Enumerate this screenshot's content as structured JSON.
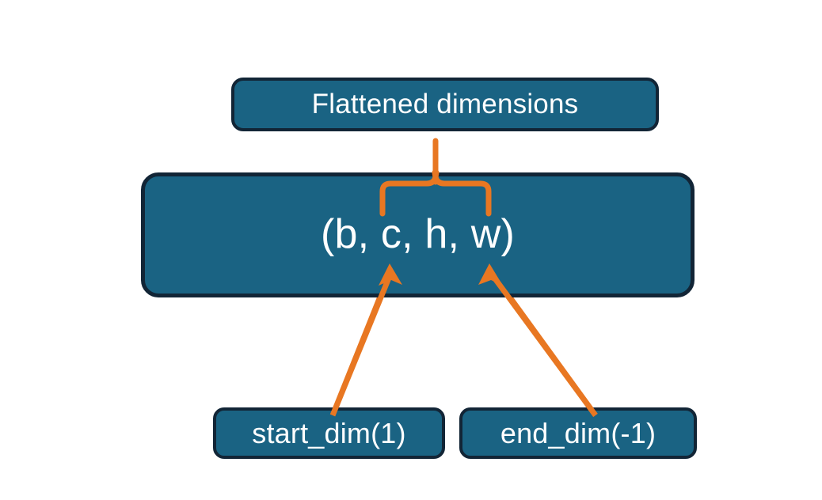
{
  "diagram": {
    "title_node": {
      "label": "Flattened dimensions"
    },
    "shape_node": {
      "label": "(b, c, h, w)"
    },
    "start_node": {
      "label": "start_dim(1)"
    },
    "end_node": {
      "label": "end_dim(-1)"
    },
    "connectors": {
      "brace_name": "curly-brace-connector",
      "start_arrow_name": "start-dim-arrow",
      "end_arrow_name": "end-dim-arrow"
    },
    "colors": {
      "node_fill": "#1a6383",
      "node_border": "#122536",
      "node_text": "#ffffff",
      "connector": "#E87722",
      "background": "#ffffff"
    }
  }
}
